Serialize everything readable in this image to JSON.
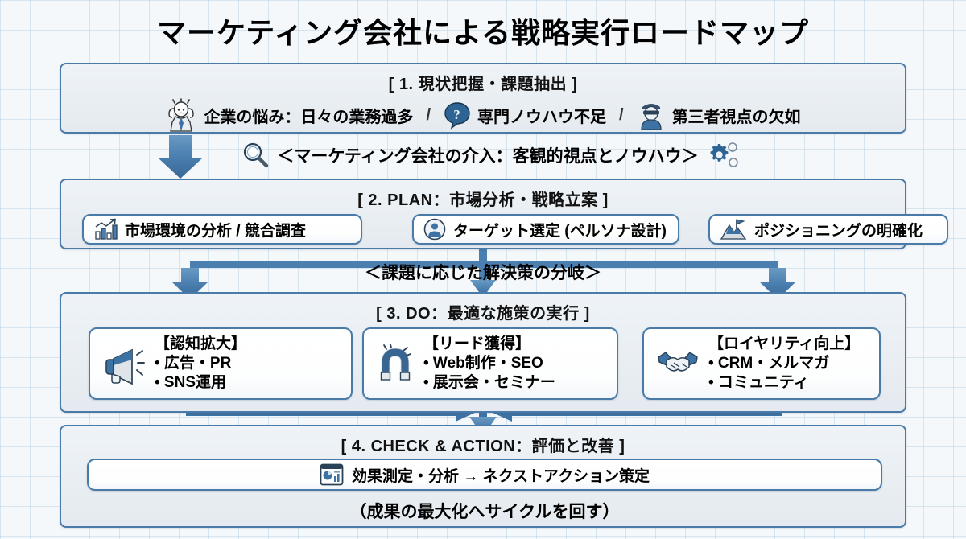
{
  "title": "マーケティング会社による戦略実行ロードマップ",
  "theme": {
    "accent": "#3d72a4",
    "panel_border": "#4a7ba8",
    "panel_bg": "#eaeff4",
    "card_bg": "#ffffff",
    "text": "#000000",
    "grid": "#b2cdde"
  },
  "section1": {
    "heading": "[ 1. 現状把握・課題抽出 ]",
    "items": [
      {
        "icon": "stressed-person-icon",
        "label": "企業の悩み：日々の業務過多"
      },
      {
        "icon": "question-bubble-icon",
        "label": "専門ノウハウ不足"
      },
      {
        "icon": "spy-person-icon",
        "label": "第三者視点の欠如"
      }
    ],
    "separator": "/"
  },
  "intervention": {
    "left_icon": "magnifier-icon",
    "label": "＜マーケティング会社の介入：客観的視点とノウハウ＞",
    "right_icon": "gears-icon"
  },
  "section2": {
    "heading": "[ 2. PLAN：市場分析・戦略立案 ]",
    "cards": [
      {
        "icon": "bar-chart-growth-icon",
        "label": "市場環境の分析 / 競合調査"
      },
      {
        "icon": "user-target-icon",
        "label": "ターゲット選定 (ペルソナ設計)"
      },
      {
        "icon": "mountain-flag-icon",
        "label": "ポジショニングの明確化"
      }
    ]
  },
  "branch": {
    "label": "＜課題に応じた解決策の分岐＞"
  },
  "section3": {
    "heading": "[ 3. DO：最適な施策の実行 ]",
    "cards": [
      {
        "icon": "megaphone-icon",
        "head": "【認知拡大】",
        "items": [
          "• 広告・PR",
          "• SNS運用"
        ]
      },
      {
        "icon": "magnet-icon",
        "head": "【リード獲得】",
        "items": [
          "• Web制作・SEO",
          "• 展示会・セミナー"
        ]
      },
      {
        "icon": "handshake-icon",
        "head": "【ロイヤリティ向上】",
        "items": [
          "• CRM・メルマガ",
          "• コミュニティ"
        ]
      }
    ]
  },
  "section4": {
    "heading": "[ 4. CHECK & ACTION：評価と改善 ]",
    "card": {
      "icon": "dashboard-analytics-icon",
      "label": "効果測定・分析 → ネクストアクション策定"
    },
    "cycle_label": "（成果の最大化へサイクルを回す）"
  }
}
